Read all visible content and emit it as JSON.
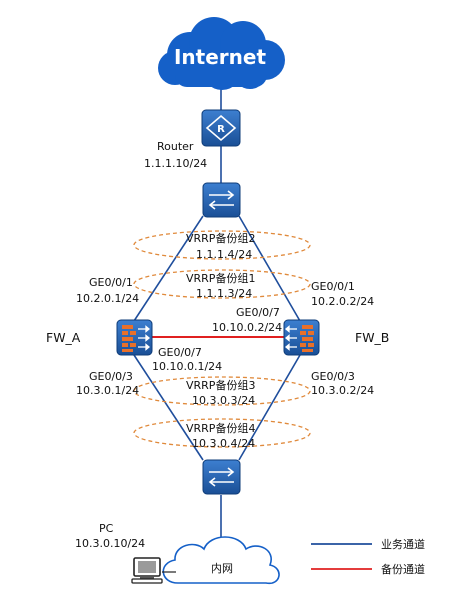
{
  "internet": {
    "label": "Internet"
  },
  "router": {
    "name": "Router",
    "ip": "1.1.1.10/24"
  },
  "vrrp2": {
    "name": "VRRP备份组2",
    "ip": "1.1.1.4/24"
  },
  "vrrp1": {
    "name": "VRRP备份组1",
    "ip": "1.1.1.3/24"
  },
  "fw_a": {
    "name": "FW_A",
    "up_if": "GE0/0/1",
    "up_ip": "10.2.0.1/24",
    "hb_if": "GE0/0/7",
    "hb_ip": "10.10.0.1/24",
    "down_if": "GE0/0/3",
    "down_ip": "10.3.0.1/24"
  },
  "fw_b": {
    "name": "FW_B",
    "up_if": "GE0/0/1",
    "up_ip": "10.2.0.2/24",
    "hb_if": "GE0/0/7",
    "hb_ip": "10.10.0.2/24",
    "down_if": "GE0/0/3",
    "down_ip": "10.3.0.2/24"
  },
  "vrrp3": {
    "name": "VRRP备份组3",
    "ip": "10.3.0.3/24"
  },
  "vrrp4": {
    "name": "VRRP备份组4",
    "ip": "10.3.0.4/24"
  },
  "pc": {
    "name": "PC",
    "ip": "10.3.0.10/24"
  },
  "intranet": {
    "label": "内网"
  },
  "legend": {
    "service": "业务通道",
    "backup": "备份通道"
  },
  "colors": {
    "service": "#1f4e9c",
    "backup": "#e02020",
    "ellipse": "#e08a3c",
    "device": "#1f5fa8",
    "cloud": "#1560c8"
  }
}
